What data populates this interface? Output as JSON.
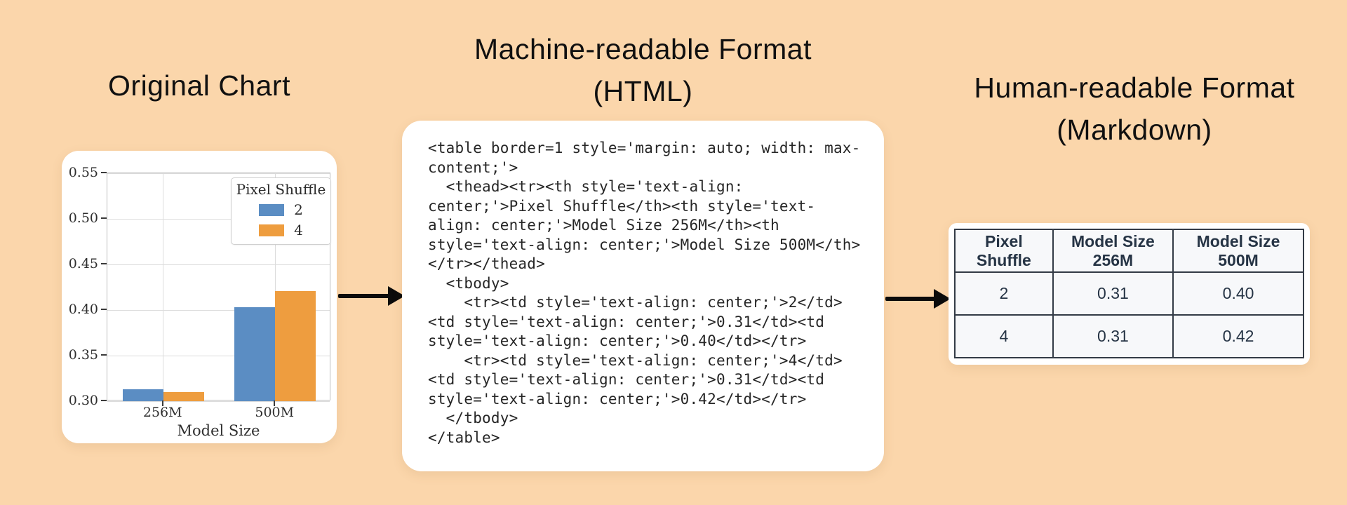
{
  "titles": {
    "left": {
      "lines": [
        "Original Chart"
      ]
    },
    "middle": {
      "lines": [
        "Machine-readable Format",
        "(HTML)"
      ]
    },
    "right": {
      "lines": [
        "Human-readable Format",
        "(Markdown)"
      ]
    }
  },
  "chart_data": {
    "type": "bar",
    "title": "",
    "categories": [
      "256M",
      "500M"
    ],
    "series": [
      {
        "name": "2",
        "color": "#5b8dc3",
        "values": [
          0.313,
          0.403
        ]
      },
      {
        "name": "4",
        "color": "#ee9d3f",
        "values": [
          0.31,
          0.421
        ]
      }
    ],
    "legend_title": "Pixel Shuffle",
    "legend_position": "upper right",
    "xlabel": "Model Size",
    "ylabel": "",
    "ylim": [
      0.3,
      0.55
    ],
    "yticks": [
      0.3,
      0.35,
      0.4,
      0.45,
      0.5,
      0.55
    ],
    "grid": true
  },
  "code_panel": {
    "lines": [
      "<table border=1 style='margin: auto; width: max-",
      "content;'>",
      "  <thead><tr><th style='text-align:",
      "center;'>Pixel Shuffle</th><th style='text-",
      "align: center;'>Model Size 256M</th><th",
      "style='text-align: center;'>Model Size 500M</th>",
      "</tr></thead>",
      "  <tbody>",
      "    <tr><td style='text-align: center;'>2</td>",
      "<td style='text-align: center;'>0.31</td><td",
      "style='text-align: center;'>0.40</td></tr>",
      "    <tr><td style='text-align: center;'>4</td>",
      "<td style='text-align: center;'>0.31</td><td",
      "style='text-align: center;'>0.42</td></tr>",
      "  </tbody>",
      "</table>"
    ]
  },
  "table_panel": {
    "headers": [
      "Pixel Shuffle",
      "Model Size 256M",
      "Model Size 500M"
    ],
    "rows": [
      [
        "2",
        "0.31",
        "0.40"
      ],
      [
        "4",
        "0.31",
        "0.42"
      ]
    ]
  },
  "colors": {
    "background": "#fbd6ab",
    "bar_blue": "#5b8dc3",
    "bar_orange": "#ee9d3f",
    "arrow": "#0b0b0b",
    "table_border": "#333b46"
  }
}
